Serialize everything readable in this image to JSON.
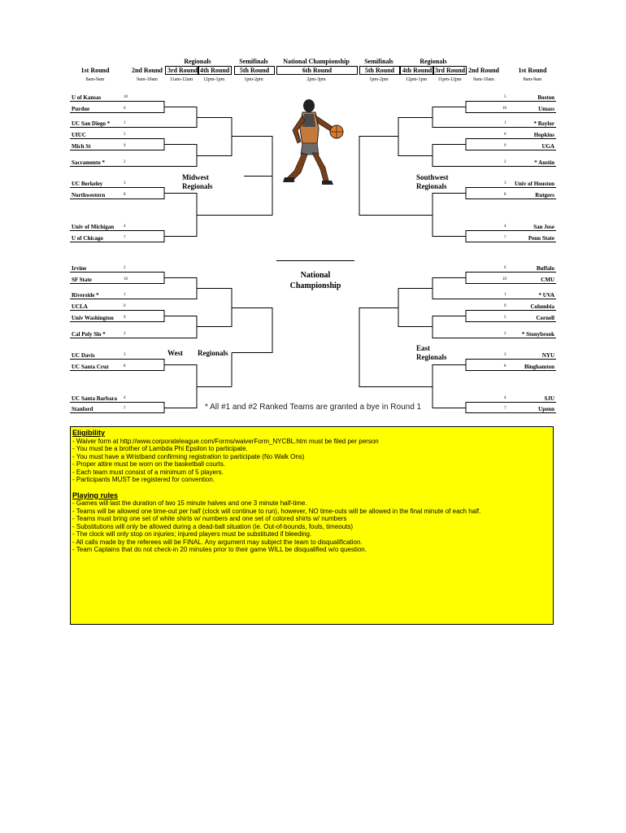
{
  "header": {
    "left": {
      "round1": {
        "label": "1st Round",
        "time": "8am-9am"
      },
      "round2": {
        "label": "2nd Round",
        "time": "9am-10am"
      },
      "regionals_label": "Regionals",
      "round3": {
        "label": "3rd Round",
        "time": "11am-12am"
      },
      "round4": {
        "label": "4th Round",
        "time": "12pm-1pm"
      },
      "semis_label": "Semifinals",
      "round5": {
        "label": "5th Round",
        "time": "1pm-2pm"
      }
    },
    "center": {
      "label": "National Championship",
      "round": "6th Round",
      "time": "2pm-3pm"
    },
    "right": {
      "semis_label": "Semifinals",
      "round5": {
        "label": "5th Round",
        "time": "1pm-2pm"
      },
      "regionals_label": "Regionals",
      "round4": {
        "label": "4th Round",
        "time": "12pm-1pm"
      },
      "round3": {
        "label": "3rd Round",
        "time": "11pm-12pm"
      },
      "round2": {
        "label": "2nd Round",
        "time": "9am-10am"
      },
      "round1": {
        "label": "1st Round",
        "time": "8am-9am"
      }
    }
  },
  "left_teams": [
    {
      "name": "U of Kansas",
      "seed": "10"
    },
    {
      "name": "Purdue",
      "seed": "6"
    },
    {
      "name": "UC San Diego *",
      "seed": "1"
    },
    {
      "name": "UIUC",
      "seed": "5"
    },
    {
      "name": "Mich St",
      "seed": "9"
    },
    {
      "name": "Sacramento *",
      "seed": "2"
    },
    {
      "name": "UC Berkeley",
      "seed": "3"
    },
    {
      "name": "Northwestern",
      "seed": "8"
    },
    {
      "name": "Univ of Michigan",
      "seed": "4"
    },
    {
      "name": "U of Chicago",
      "seed": "7"
    },
    {
      "name": "Irvine",
      "seed": "2"
    },
    {
      "name": "SF State",
      "seed": "10"
    },
    {
      "name": "Riverside *",
      "seed": "1"
    },
    {
      "name": "UCLA",
      "seed": "6"
    },
    {
      "name": "Univ Washington",
      "seed": "9"
    },
    {
      "name": "Cal Poly Slo *",
      "seed": "2"
    },
    {
      "name": "UC Davis",
      "seed": "3"
    },
    {
      "name": "UC Santa Cruz",
      "seed": "8"
    },
    {
      "name": "UC Santa Barbara",
      "seed": "4"
    },
    {
      "name": "Stanford",
      "seed": "7"
    }
  ],
  "right_teams": [
    {
      "name": "Boston",
      "seed": "5"
    },
    {
      "name": "Umass",
      "seed": "10"
    },
    {
      "name": "* Baylor",
      "seed": "1"
    },
    {
      "name": "Hopkins",
      "seed": "6"
    },
    {
      "name": "UGA",
      "seed": "9"
    },
    {
      "name": "* Austin",
      "seed": "2"
    },
    {
      "name": "Univ of Houston",
      "seed": "3"
    },
    {
      "name": "Rutgers",
      "seed": "8"
    },
    {
      "name": "San Jose",
      "seed": "4"
    },
    {
      "name": "Penn State",
      "seed": "7"
    },
    {
      "name": "Buffalo",
      "seed": "6"
    },
    {
      "name": "CMU",
      "seed": "10"
    },
    {
      "name": "* UVA",
      "seed": "1"
    },
    {
      "name": "Columbia",
      "seed": "9"
    },
    {
      "name": "Cornell",
      "seed": "5"
    },
    {
      "name": "* Stonybrook",
      "seed": "2"
    },
    {
      "name": "NYU",
      "seed": "3"
    },
    {
      "name": "Binghamton",
      "seed": "8"
    },
    {
      "name": "SJU",
      "seed": "4"
    },
    {
      "name": "Upenn",
      "seed": "7"
    }
  ],
  "regions": {
    "midwest": "Midwest\nRegionals",
    "southwest": "Southwest\nRegionals",
    "west_a": "West",
    "west_b": "Regionals",
    "east": "East\nRegionals",
    "national": "National\nChampionship"
  },
  "note": "* All #1 and #2 Ranked Teams are granted a bye in Round 1",
  "rules": {
    "eligibility_title": "Eligibility",
    "eligibility": [
      "- Waiver form at http://www.corporateleague.com/Forms/waiverForm_NYCBL.htm must be filed per person",
      "- You must be a brother of Lambda Phi Epsilon to participate.",
      "- You must have a Wristband confirming registration to participate (No Walk Ons)",
      "- Proper attire must be worn on the basketball courts.",
      "- Each team must consist of a minimum of 5 players.",
      "- Participants MUST be registered for convention."
    ],
    "playing_title": "Playing rules",
    "playing": [
      "- Games will last the duration of two 15 minute halves and one 3 minute half-time.",
      "- Teams will be allowed one time-out per half (clock will continue to run), however, NO time-outs will be allowed in the final minute of each half.",
      "- Teams must bring one set of white shirts w/ numbers and one set of colored shirts w/ numbers",
      "- Substitutions will only be allowed during a dead-ball situation (ie. Out-of-bounds, fouls, timeouts)",
      "- The clock will only stop on injuries; injured players must be substituted if bleeding.",
      "- All calls made by the referees will be FINAL. Any argument may subject the team to disqualification.",
      "- Team Captains that do not check-in 20 minutes prior to their game WILL be disqualified w/o question."
    ]
  }
}
